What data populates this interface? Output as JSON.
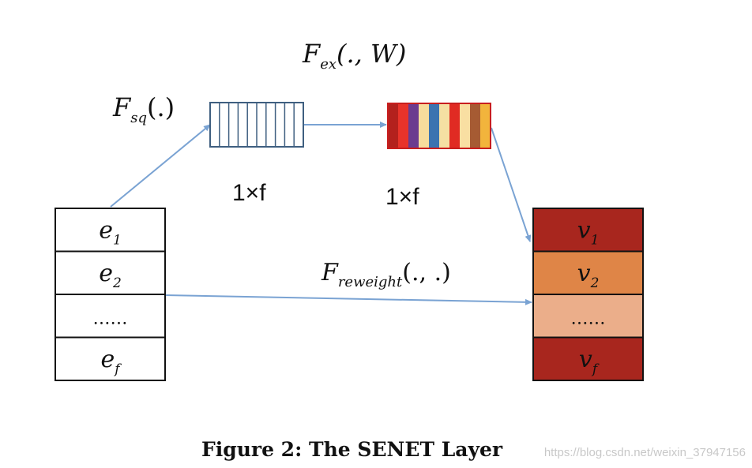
{
  "labels": {
    "f_sq": {
      "main": "F",
      "sub": "sq",
      "args": "(.)"
    },
    "f_ex": {
      "main": "F",
      "sub": "ex",
      "args": "(., W)"
    },
    "f_reweight": {
      "main": "F",
      "sub": "reweight",
      "args": "(., .)"
    },
    "size_left": "1×f",
    "size_right": "1×f"
  },
  "input_embeddings": [
    {
      "main": "e",
      "sub": "1"
    },
    {
      "main": "e",
      "sub": "2"
    },
    {
      "main": "……",
      "sub": ""
    },
    {
      "main": "e",
      "sub": "f"
    }
  ],
  "output_embeddings": [
    {
      "main": "v",
      "sub": "1",
      "color": "#a8261e"
    },
    {
      "main": "v",
      "sub": "2",
      "color": "#df8547"
    },
    {
      "main": "……",
      "sub": "",
      "color": "#ebae8a"
    },
    {
      "main": "v",
      "sub": "f",
      "color": "#a8261e"
    }
  ],
  "squeeze_vector_cells": 10,
  "excitation_vector_colors": [
    "#b3211d",
    "#e8332a",
    "#6b3b8f",
    "#f7dd9c",
    "#3a73b0",
    "#f5e0a3",
    "#e02b23",
    "#f9dfa2",
    "#a65b33",
    "#f2b43c"
  ],
  "colors": {
    "arrow": "#7aa3d3",
    "squeeze_stroke": "#3f5f80",
    "box_stroke": "#111111",
    "excitation_border": "#c81e1e"
  },
  "caption": "Figure 2: The SENET Layer",
  "watermark": "https://blog.csdn.net/weixin_37947156"
}
